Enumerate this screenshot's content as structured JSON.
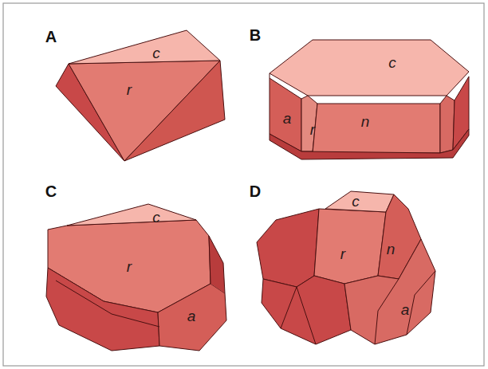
{
  "diagram": {
    "labels": [
      "A",
      "c",
      "r",
      "B",
      "c",
      "a",
      "r",
      "n",
      "C",
      "c",
      "r",
      "a",
      "D",
      "c",
      "r",
      "n",
      "a"
    ]
  }
}
